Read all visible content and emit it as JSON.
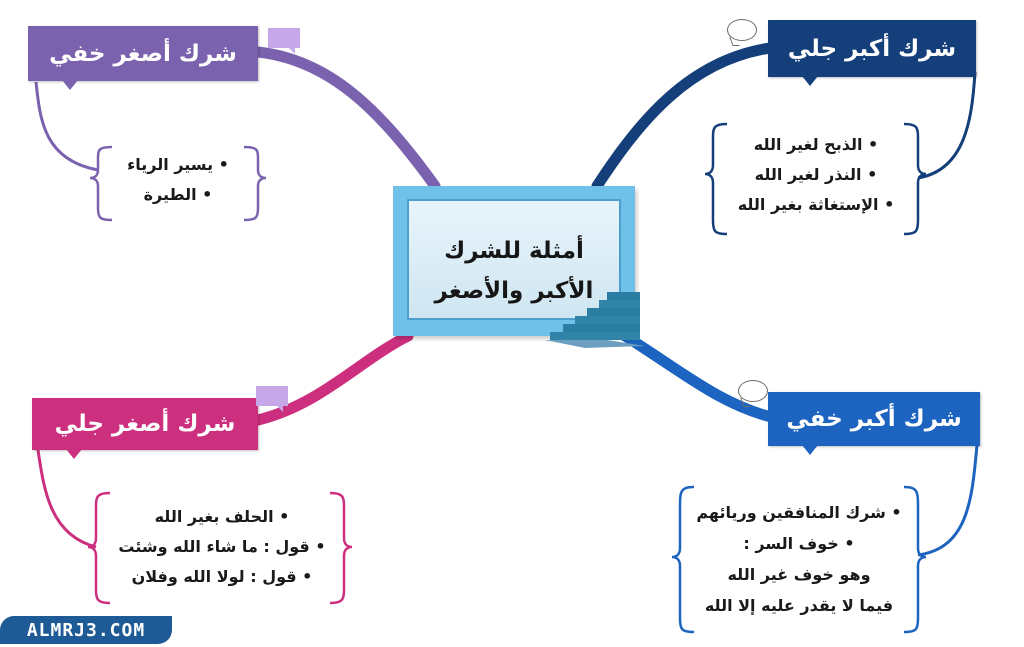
{
  "center": {
    "line1": "أمثلة للشرك",
    "line2": "الأكبر والأصغر",
    "color": "#6fc1ea"
  },
  "branches": {
    "top_right": {
      "title": "شرك أكبر جلي",
      "color": "#153f7a",
      "items": [
        "الذبح لغير الله",
        "النذر لغير الله",
        "الإستغاثة بغير الله"
      ]
    },
    "bottom_right": {
      "title": "شرك أكبر خفي",
      "color": "#1c64bf",
      "items": [
        "شرك المنافقين وريائهم",
        "خوف السر :"
      ],
      "extra_lines": [
        "وهو خوف غير الله",
        "فيما لا يقدر عليه إلا الله"
      ]
    },
    "top_left": {
      "title": "شرك أصغر خفي",
      "color": "#7b62ae",
      "items": [
        "يسير الرياء",
        "الطيرة"
      ]
    },
    "bottom_left": {
      "title": "شرك أصغر جلي",
      "color": "#cc2f7e",
      "items": [
        "الحلف بغير الله",
        "قول : ما شاء الله وشئت",
        "قول : لولا الله وفلان"
      ]
    }
  },
  "icons": {
    "top_left_bubble": "speech-bubble-square",
    "bottom_left_bubble": "speech-bubble-square",
    "top_right_bubble": "speech-bubble-oval",
    "bottom_right_bubble": "speech-bubble-oval",
    "center_decoration": "stairs"
  },
  "watermark": {
    "text": "ALMRJ3.COM",
    "color": "#1e5a96"
  }
}
